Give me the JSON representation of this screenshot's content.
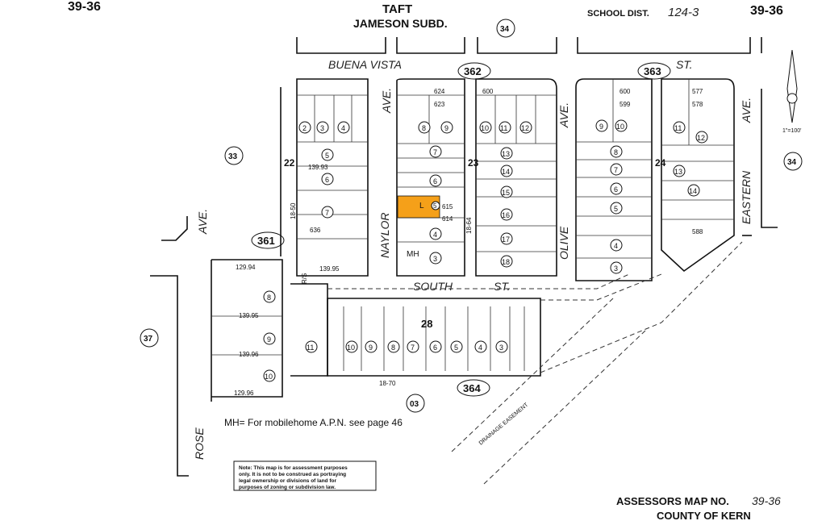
{
  "header": {
    "page_ref_left": "39-36",
    "page_ref_right": "39-36",
    "city": "TAFT",
    "subdivision": "JAMESON SUBD.",
    "school_label": "SCHOOL DIST.",
    "school_value": "124-3"
  },
  "streets": {
    "buena_vista": "BUENA VISTA",
    "st_top": "ST.",
    "south": "SOUTH",
    "st_south": "ST.",
    "naylor": "NAYLOR",
    "ave_naylor": "AVE.",
    "olive": "OLIVE",
    "ave_olive": "AVE.",
    "eastern": "EASTERN",
    "ave_eastern": "AVE.",
    "rose": "ROSE",
    "ave_left": "AVE."
  },
  "map_numbers": {
    "m362": "362",
    "m363": "363",
    "m361": "361",
    "m364": "364",
    "c34_top": "34",
    "c34_right": "34",
    "c33": "33",
    "c37": "37",
    "c03": "03"
  },
  "block_numbers": {
    "b22": "22",
    "b23": "23",
    "b24": "24",
    "b28": "28"
  },
  "lots": {
    "b22": [
      "2",
      "3",
      "4",
      "5",
      "6",
      "7"
    ],
    "b23a": [
      "8",
      "9",
      "7",
      "6",
      "5",
      "4",
      "3"
    ],
    "b23b": [
      "10",
      "11",
      "12",
      "13",
      "14",
      "15",
      "16",
      "17",
      "18"
    ],
    "b24a": [
      "9",
      "10",
      "8",
      "7",
      "6",
      "5",
      "4",
      "3"
    ],
    "b24b": [
      "11",
      "12",
      "13",
      "14"
    ],
    "b28": [
      "10",
      "9",
      "8",
      "7",
      "6",
      "5",
      "4",
      "3"
    ],
    "west": [
      "11"
    ],
    "rose_block": [
      "8",
      "9",
      "10"
    ]
  },
  "apn_samples": {
    "a615": "615",
    "a614": "614",
    "a624": "624",
    "a623": "623",
    "a600": "600",
    "a599": "599",
    "a577": "577",
    "a578": "578",
    "a636": "636",
    "a588": "588"
  },
  "dimensions": {
    "d1": "139.93",
    "d2": "139.95",
    "d3": "129.94",
    "d4": "129.96",
    "d5": "139.96",
    "d6": "18-70",
    "d7": "18-50",
    "d8": "18-64",
    "d9": "R/S"
  },
  "highlight": {
    "lot_letter": "L",
    "lot_number": "5",
    "color": "#f5a019"
  },
  "labels": {
    "mh": "MH",
    "mh_note": "MH= For mobilehome A.P.N. see page 46",
    "drainage": "DRAINAGE EASEMENT",
    "scale": "1\"=100'"
  },
  "note_box": {
    "line1": "Note: This map is for assessment purposes",
    "line2": "only. It is not to be construed as portraying",
    "line3": "legal ownership or divisions of land for",
    "line4": "purposes of zoning or subdivision law."
  },
  "footer": {
    "title": "ASSESSORS MAP NO.",
    "number": "39-36",
    "county": "COUNTY OF KERN"
  }
}
